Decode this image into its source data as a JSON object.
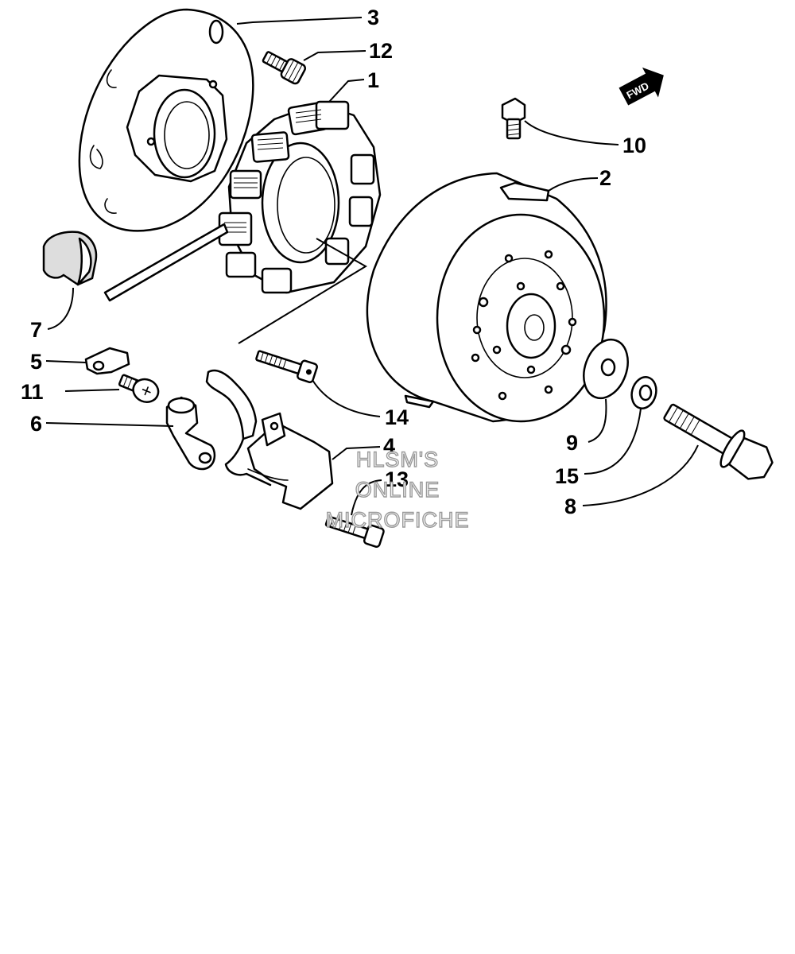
{
  "direction_marker": {
    "label": "FWD",
    "icon": "forward-arrow-icon"
  },
  "callouts": {
    "c1": "1",
    "c2": "2",
    "c3": "3",
    "c4": "4",
    "c5": "5",
    "c6": "6",
    "c7": "7",
    "c8": "8",
    "c9": "9",
    "c10": "10",
    "c11": "11",
    "c12": "12",
    "c13": "13",
    "c14": "14",
    "c15": "15"
  },
  "watermark": {
    "line1": "HLSM'S",
    "line2": "ONLINE",
    "line3": "MICROFICHE"
  },
  "colors": {
    "ink": "#000000",
    "paper": "#ffffff",
    "watermark_outline": "#9a9a9a"
  }
}
